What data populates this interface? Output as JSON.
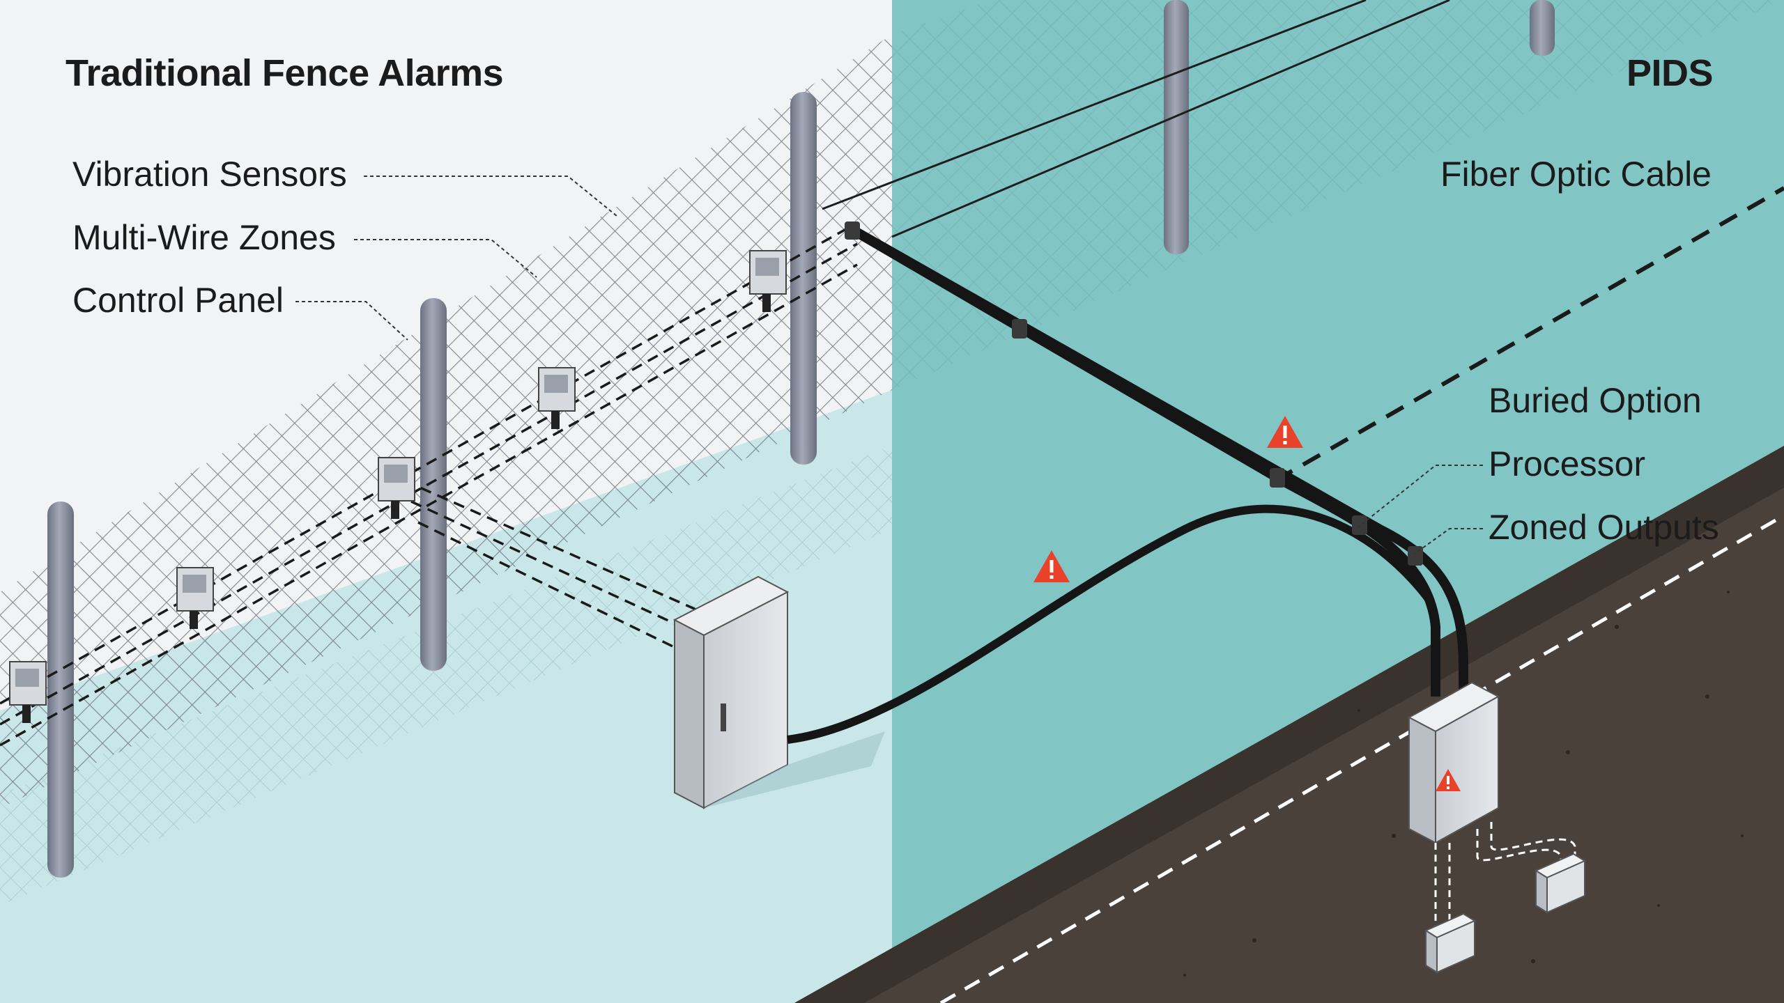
{
  "left_panel": {
    "title": "Traditional Fence Alarms",
    "labels": [
      "Vibration Sensors",
      "Multi-Wire Zones",
      "Control Panel"
    ]
  },
  "right_panel": {
    "title": "PIDS",
    "labels": [
      "Fiber Optic Cable",
      "Buried Option",
      "Processor",
      "Zoned Outputs"
    ]
  },
  "colors": {
    "left_background": "#f2f3f4",
    "left_ground": "#c9e6e8",
    "right_overlay": "#6fbcbc",
    "soil": "#4a413a",
    "post": "#8e93a3",
    "cable": "#1a1a1a",
    "warning": "#e8432a",
    "enclosure": "#d9dde2"
  },
  "icons": [
    "warning-icon",
    "vibration-sensor-icon",
    "control-panel-icon",
    "processor-icon",
    "output-box-icon"
  ]
}
